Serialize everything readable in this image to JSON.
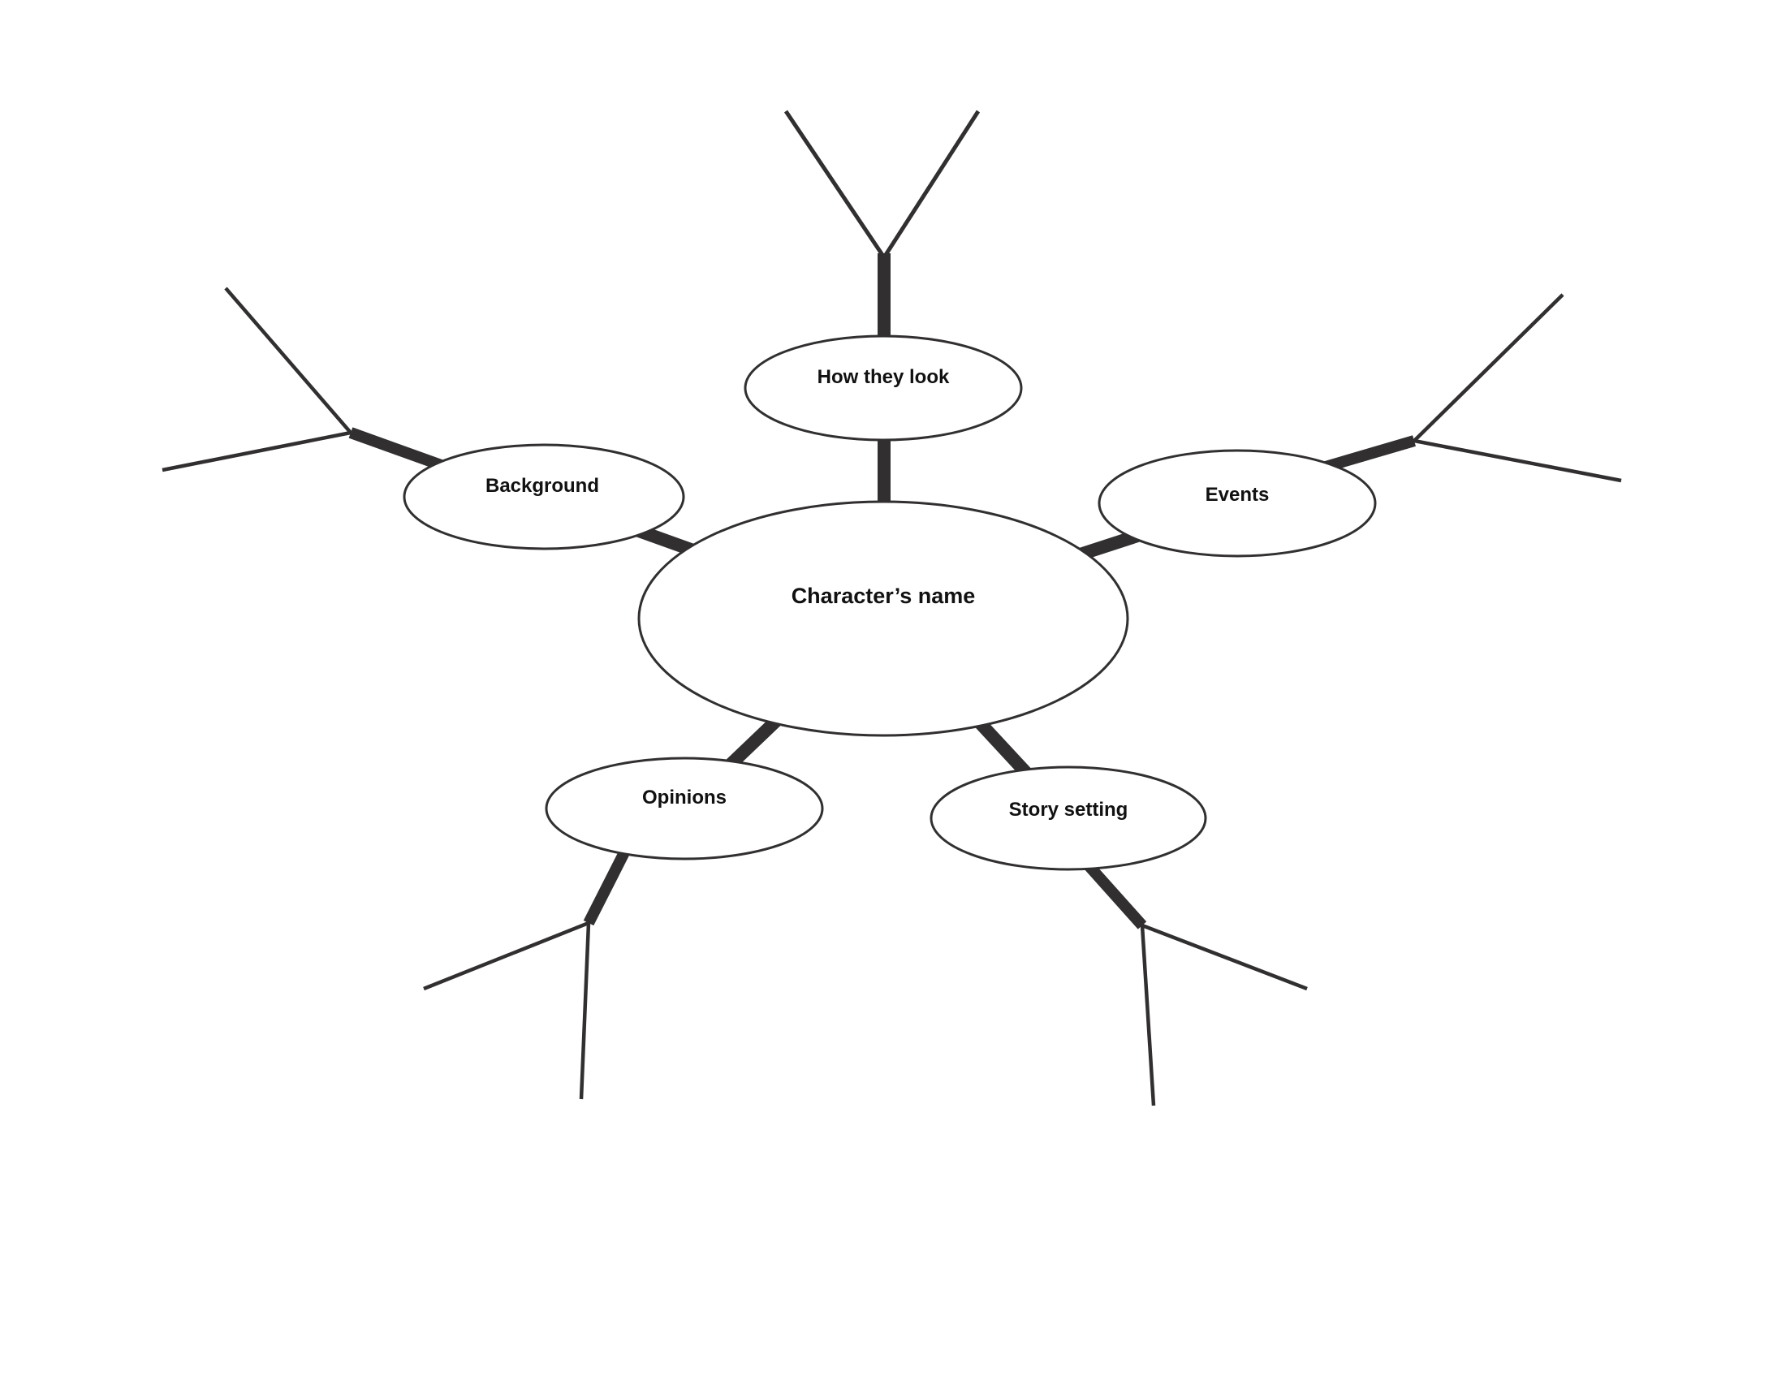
{
  "diagram": {
    "center_node": {
      "label": "Character’s name"
    },
    "nodes": [
      {
        "id": "how-they-look",
        "label": "How they look"
      },
      {
        "id": "background",
        "label": "Background"
      },
      {
        "id": "events",
        "label": "Events"
      },
      {
        "id": "opinions",
        "label": "Opinions"
      },
      {
        "id": "story-setting",
        "label": "Story setting"
      }
    ],
    "colors": {
      "line": "#312f30",
      "node_fill": "#ffffff",
      "text": "#111111",
      "background": "#ffffff"
    }
  }
}
